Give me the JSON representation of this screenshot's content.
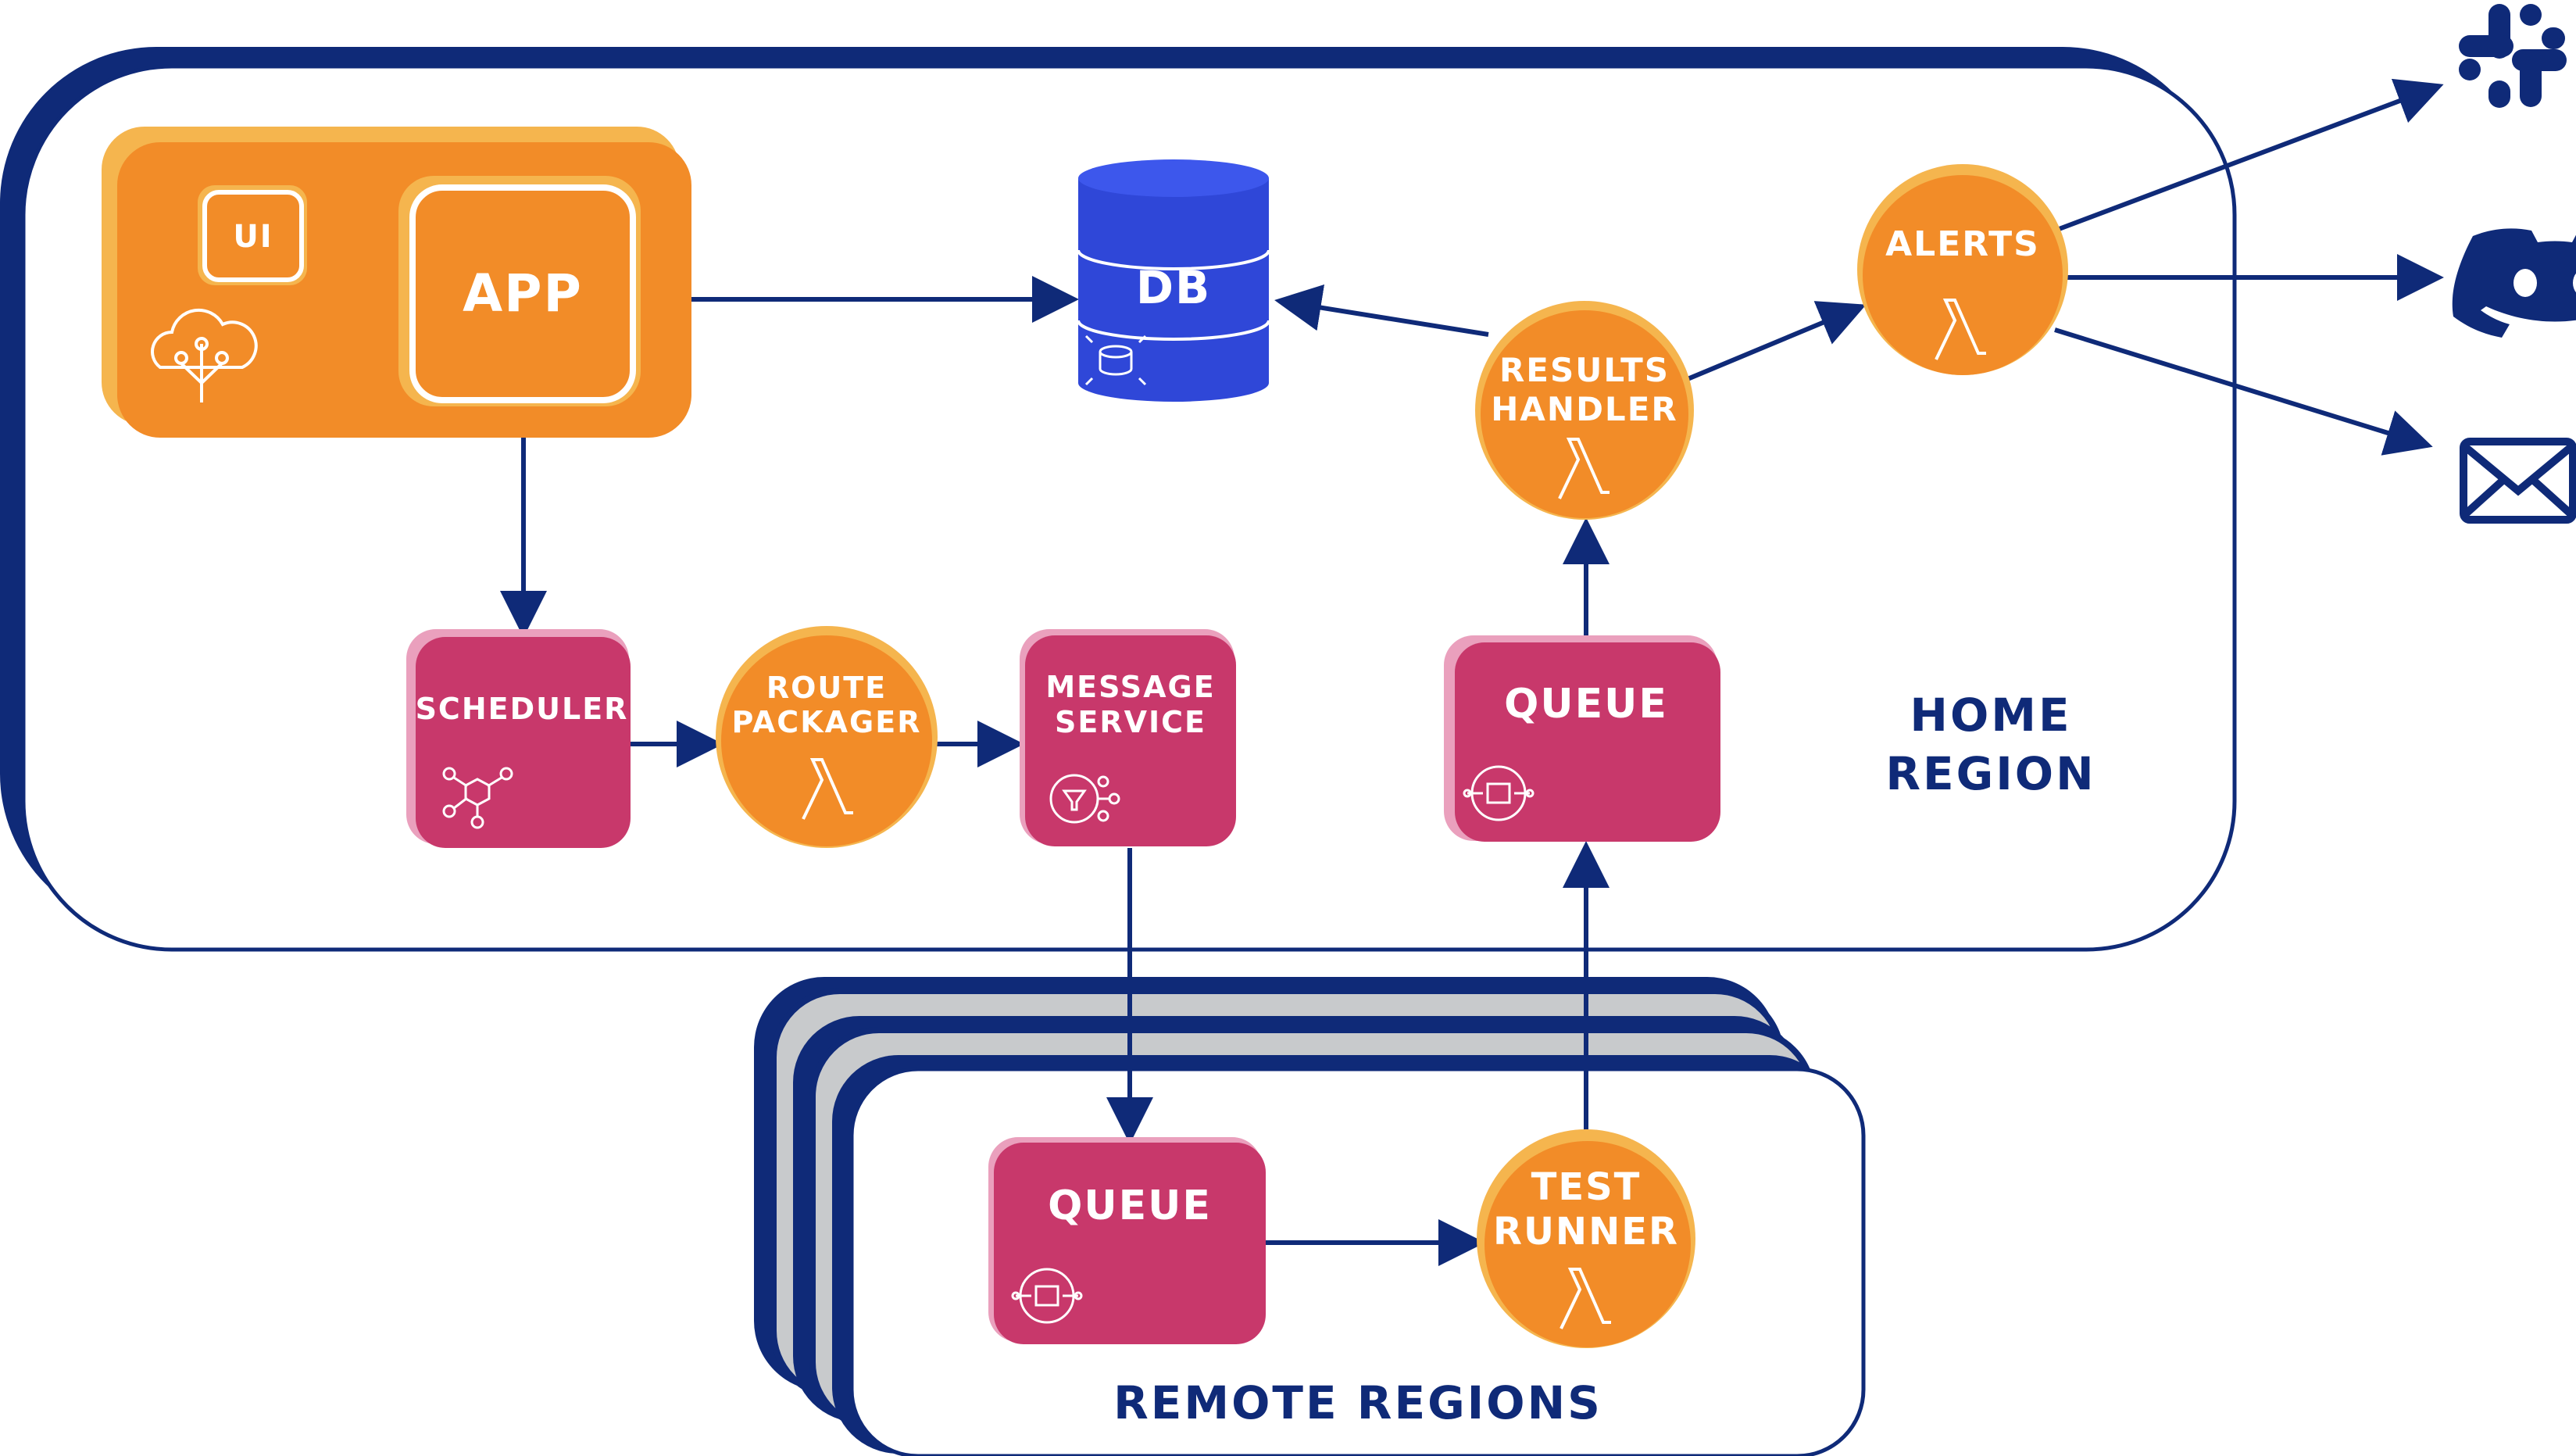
{
  "colors": {
    "navy": "#0f2a78",
    "orange": "#f28c28",
    "orange_light": "#f5b54e",
    "crimson": "#c8386b",
    "pink_light": "#eaa0bd",
    "db_blue": "#2f47d8",
    "gray_stack": "#c8cacc",
    "white": "#ffffff"
  },
  "home_region": {
    "label_line1": "HOME",
    "label_line2": "REGION"
  },
  "remote_regions": {
    "label": "REMOTE REGIONS"
  },
  "app_group": {
    "ui_label": "UI",
    "app_label": "APP",
    "icon": "cloud-tree-icon"
  },
  "db": {
    "label": "DB",
    "icon": "database-icon"
  },
  "scheduler": {
    "label": "SCHEDULER",
    "icon": "eventbridge-icon"
  },
  "route_packager": {
    "line1": "ROUTE",
    "line2": "PACKAGER",
    "icon": "lambda-icon"
  },
  "message_service": {
    "line1": "MESSAGE",
    "line2": "SERVICE",
    "icon": "sns-icon"
  },
  "home_queue": {
    "label": "QUEUE",
    "icon": "sqs-icon"
  },
  "results_handler": {
    "line1": "RESULTS",
    "line2": "HANDLER",
    "icon": "lambda-icon"
  },
  "alerts": {
    "label": "ALERTS",
    "icon": "lambda-icon"
  },
  "remote_queue": {
    "label": "QUEUE",
    "icon": "sqs-icon"
  },
  "test_runner": {
    "line1": "TEST",
    "line2": "RUNNER",
    "icon": "lambda-icon"
  },
  "destinations": [
    "slack-icon",
    "discord-icon",
    "mail-icon"
  ]
}
